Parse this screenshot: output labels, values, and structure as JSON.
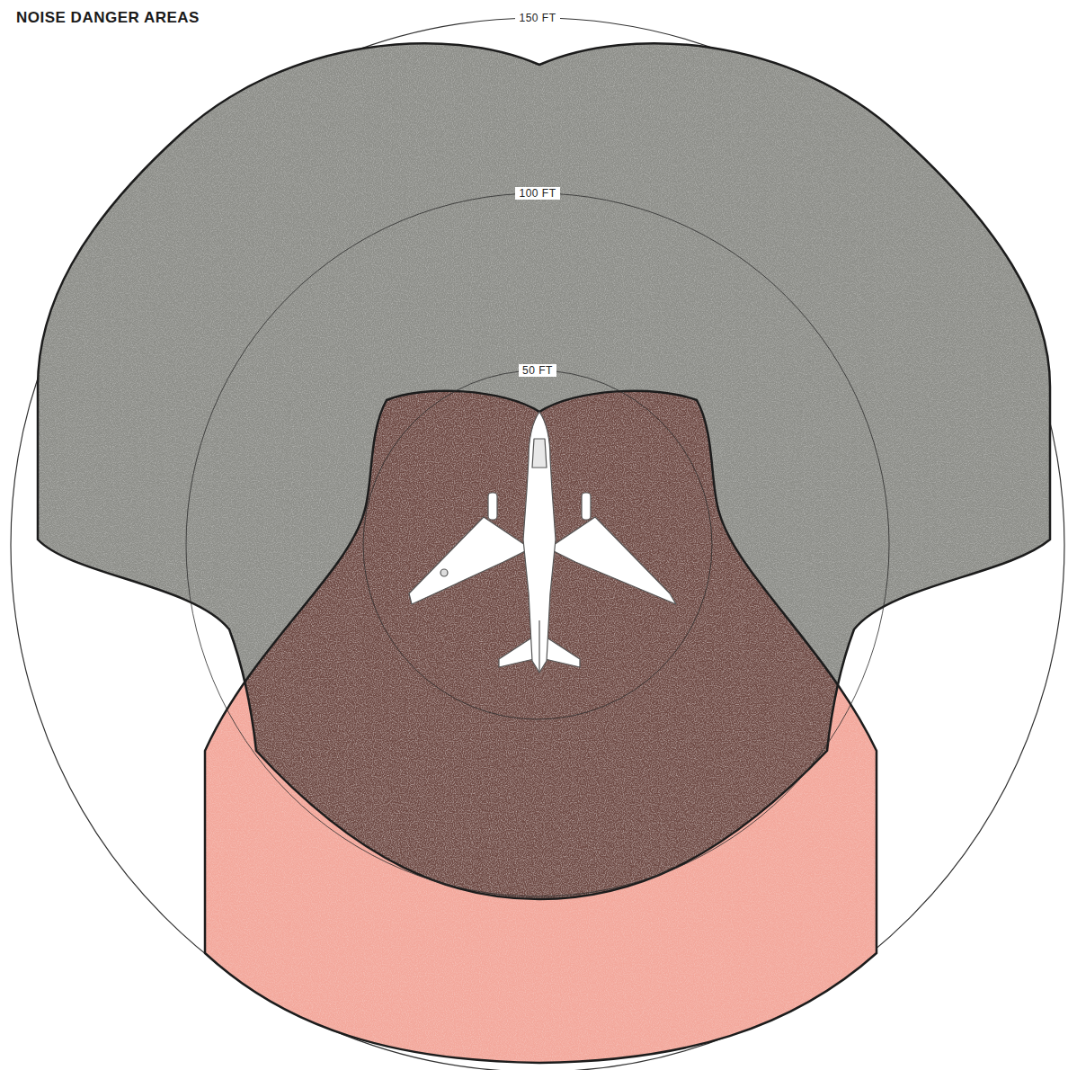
{
  "diagram": {
    "title": "NOISE DANGER AREAS",
    "labels": [
      "150 FT",
      "100 FT",
      "50 FT"
    ]
  }
}
